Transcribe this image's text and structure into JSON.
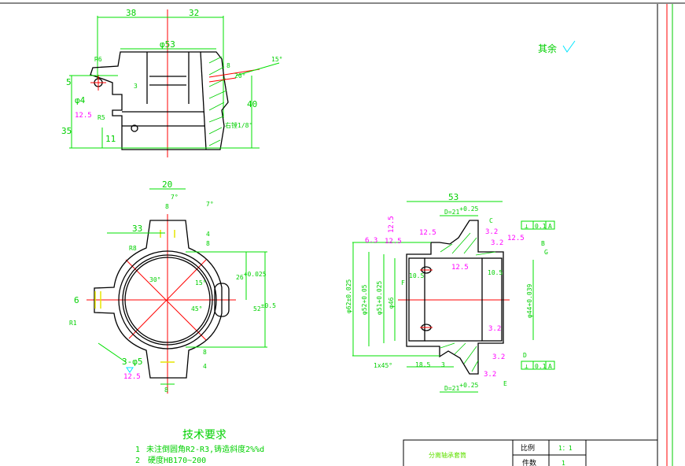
{
  "drawing": {
    "rest_roughness_label": "其余",
    "top_view": {
      "dims": [
        "38",
        "32",
        "φ53",
        "R6",
        "5",
        "φ4",
        "12.5",
        "R5",
        "35",
        "11",
        "40",
        "15°",
        "8",
        "20°",
        "3"
      ],
      "note": "右镗1/8\""
    },
    "front_view": {
      "dims": [
        "20",
        "7°",
        "7°",
        "8",
        "33",
        "4",
        "8",
        "R8",
        "30°",
        "15°",
        "45°",
        "6",
        "R1",
        "3-φ5",
        "12.5",
        "8",
        "4",
        "8"
      ],
      "tol_26": "26",
      "tol_26_sup": "+0.025",
      "tol_52": "52",
      "tol_52_sup": "±0.5"
    },
    "section_view": {
      "dim_53": "53",
      "dim_d_top": "D=21",
      "dim_d_top_sup": "+0.25",
      "dim_d_bottom": "D=21",
      "dim_d_bottom_sup": "+0.25",
      "dim_62": "φ62±0.025",
      "dim_52": "φ52+0.05",
      "dim_51": "φ51+0.025",
      "dim_46": "φ46",
      "dim_44": "φ44+0.039",
      "dim_105_left": "10.5",
      "dim_105_right": "10.5",
      "dim_185": "18.5",
      "dim_3": "3",
      "chamfer": "1x45°",
      "labels": [
        "C",
        "B",
        "G",
        "F",
        "D",
        "E"
      ],
      "roughness": [
        "12.5",
        "12.5",
        "6.3",
        "12.5",
        "12.5",
        "3.2",
        "3.2",
        "12.5",
        "3.2",
        "3.2",
        "3.2"
      ],
      "tolerance_frames": [
        {
          "symbol": "⊥",
          "value": "0.1",
          "datum": "A"
        },
        {
          "symbol": "⊥",
          "value": "0.1",
          "datum": "A"
        }
      ]
    },
    "technical_requirements": {
      "title": "技术要求",
      "items": [
        {
          "num": "1",
          "text": "未注倒圆角R2-R3,铸造斜度2%%d"
        },
        {
          "num": "2",
          "text": "硬度HB170~200"
        }
      ]
    },
    "title_block": {
      "part_name": "分离轴承套筒",
      "scale_label": "比例",
      "scale_value": "1：1",
      "qty_label": "件数",
      "qty_value": "1"
    }
  },
  "colors": {
    "dimension": "#00e000",
    "outline": "#000000",
    "centerline": "#ff0000",
    "roughness": "#ff00ff",
    "symbol": "#00e5ff"
  }
}
